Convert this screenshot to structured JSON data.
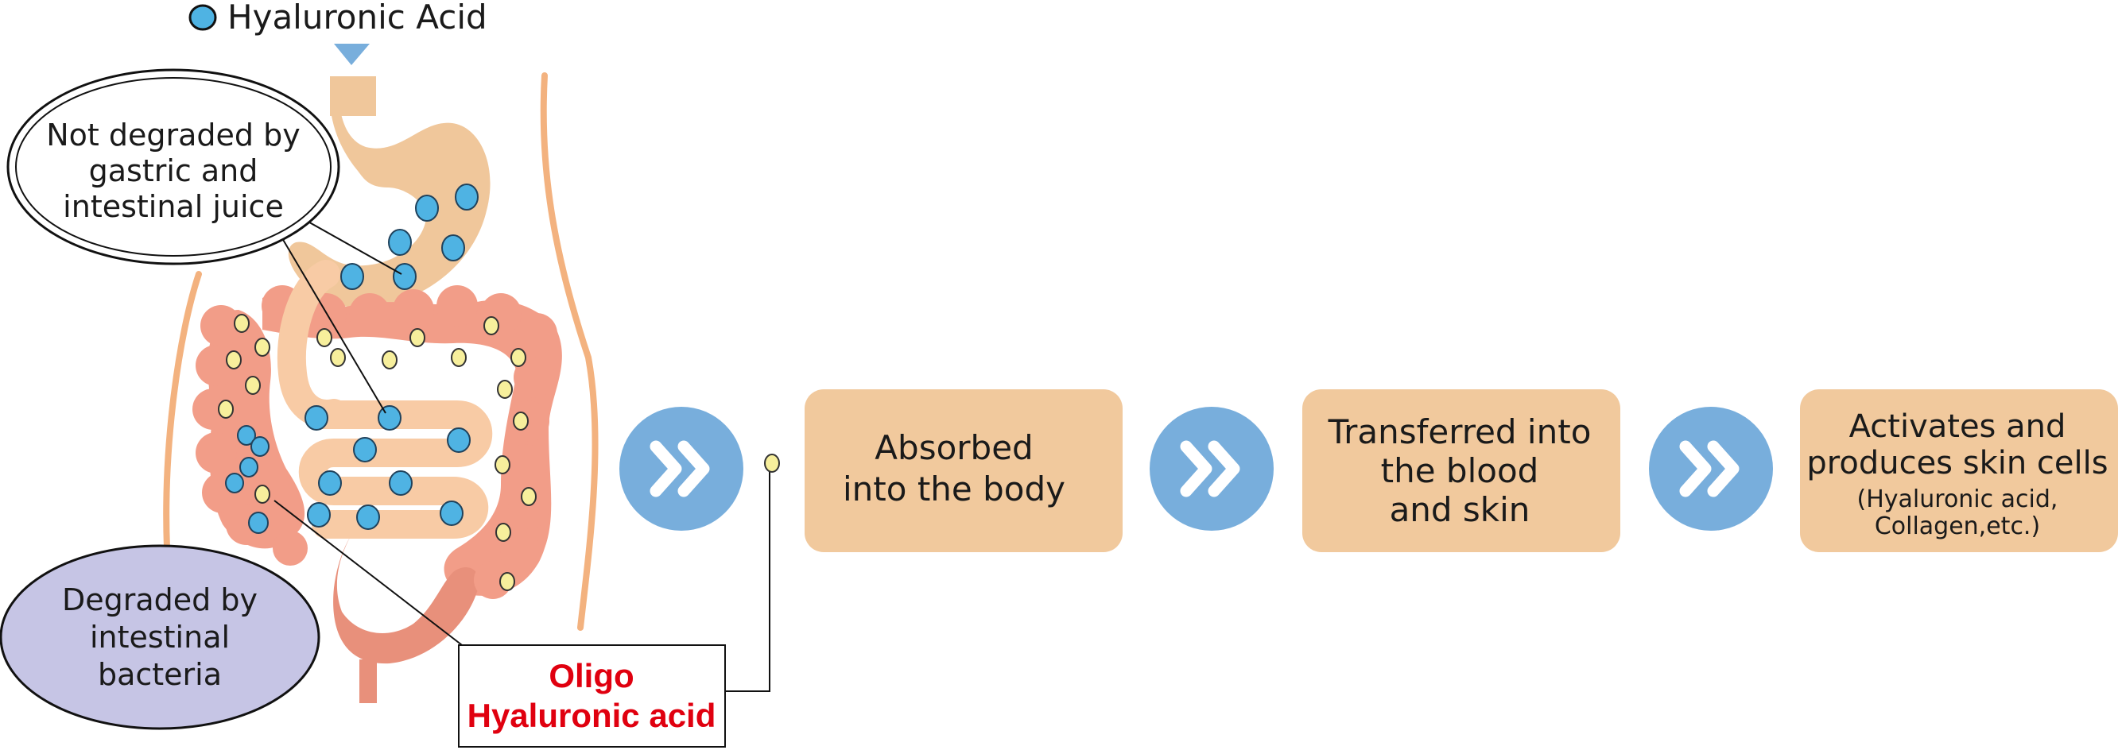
{
  "legend": {
    "label": "Hyaluronic Acid"
  },
  "labels": {
    "not_degraded": [
      "Not degraded by",
      "gastric and",
      "intestinal juice"
    ],
    "degraded": [
      "Degraded by",
      "intestinal",
      "bacteria"
    ],
    "oligo": [
      "Oligo",
      "Hyaluronic acid"
    ]
  },
  "steps": [
    {
      "lines": [
        "Absorbed",
        "into the body"
      ],
      "sub": []
    },
    {
      "lines": [
        "Transferred into",
        "the blood",
        "and skin"
      ],
      "sub": []
    },
    {
      "lines": [
        "Activates and",
        "produces skin cells"
      ],
      "sub": [
        "(Hyaluronic acid,",
        "Collagen,etc.)"
      ]
    }
  ],
  "colors": {
    "stomach": "#f0c79b",
    "intestine_large": "#f29d88",
    "intestine_large_dark": "#e8907b",
    "small_intestine": "#f8cba5",
    "body_outline": "#f3b27f",
    "ha_particle": "#4fb3e3",
    "oligo_particle": "#f7ef9c",
    "arrow_circle": "#78aedc",
    "step_box": "#f1c99d",
    "degraded_bubble": "#c6c5e5",
    "oligo_text": "#e0000f"
  },
  "icons": [
    "legend-particle-icon",
    "pointer-triangle-icon",
    "double-chevron-icon"
  ]
}
